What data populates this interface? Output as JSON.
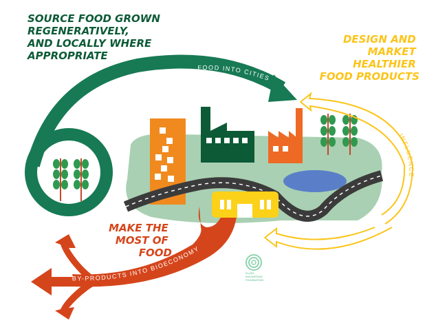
{
  "headings": {
    "source": [
      "SOURCE FOOD GROWN",
      "REGENERATIVELY,",
      "AND LOCALLY WHERE",
      "APPROPRIATE"
    ],
    "design": [
      "DESIGN AND",
      "MARKET",
      "HEALTHIER",
      "FOOD PRODUCTS"
    ],
    "make": [
      "MAKE THE",
      "MOST OF",
      "FOOD"
    ]
  },
  "arrow_labels": {
    "food_into_cities": "FOOD INTO CITIES",
    "influence": "INFLUENCE",
    "byproducts": "BY-PRODUCTS INTO BIOECONOMY"
  },
  "logo": {
    "text": [
      "ELLEN",
      "MACARTHUR",
      "FOUNDATION"
    ]
  },
  "colors": {
    "green": "#177a54",
    "dark_green": "#0d5a37",
    "yellow": "#fcc419",
    "red": "#d5451b",
    "orange": "#f08a1f",
    "land": "#a9d0b2",
    "water": "#5a7fc8"
  }
}
